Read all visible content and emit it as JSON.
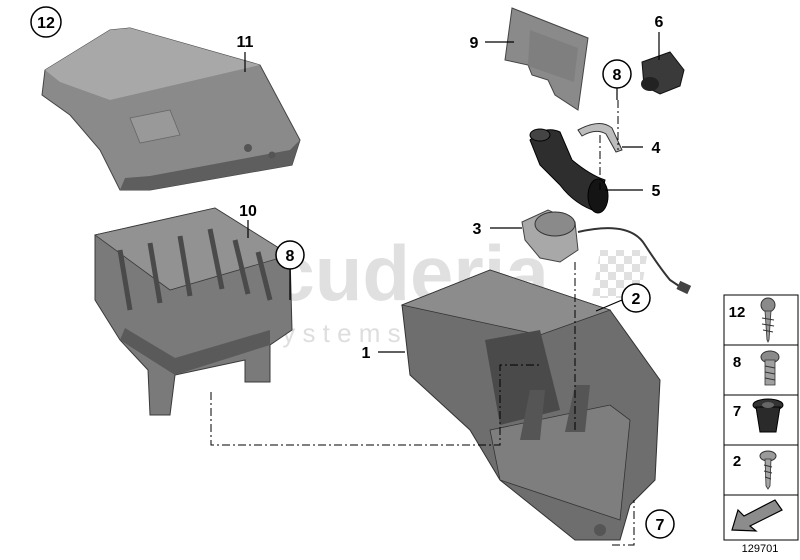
{
  "diagram": {
    "callouts": {
      "c1": "1",
      "c2": "2",
      "c3": "3",
      "c4": "4",
      "c5": "5",
      "c6": "6",
      "c7": "7",
      "c8a": "8",
      "c8b": "8",
      "c9": "9",
      "c10": "10",
      "c11": "11",
      "c12": "12"
    },
    "legend": [
      {
        "number": "12",
        "icon": "self-tapping-screw-icon"
      },
      {
        "number": "8",
        "icon": "torx-bolt-icon"
      },
      {
        "number": "7",
        "icon": "rubber-grommet-icon"
      },
      {
        "number": "2",
        "icon": "phillips-screw-icon"
      }
    ],
    "watermark": {
      "main": "scuderia",
      "sub": "s  y  s  t  e  m  s"
    },
    "document_number": "129701",
    "colors": {
      "part": "#7c7c7c",
      "part_dark": "#555555",
      "part_light": "#a6a6a6",
      "line": "#000000"
    }
  }
}
